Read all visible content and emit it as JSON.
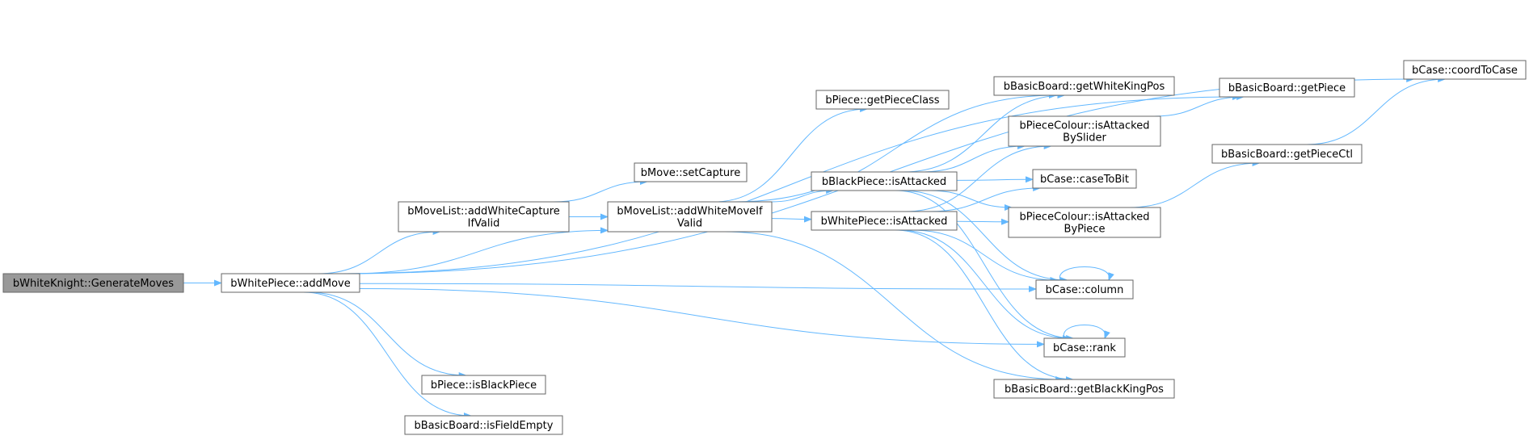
{
  "colors": {
    "edge": "#63b8ff",
    "node_fill": "#ffffff",
    "node_border": "#666666",
    "highlight_fill": "#999999",
    "text": "#000000"
  },
  "nodes": [
    {
      "id": "generate_moves",
      "lines": [
        "bWhiteKnight::GenerateMoves"
      ],
      "highlight": true
    },
    {
      "id": "add_move",
      "lines": [
        "bWhitePiece::addMove"
      ]
    },
    {
      "id": "add_white_capture",
      "lines": [
        "bMoveList::addWhiteCapture",
        "IfValid"
      ]
    },
    {
      "id": "add_white_move",
      "lines": [
        "bMoveList::addWhiteMoveIf",
        "Valid"
      ]
    },
    {
      "id": "set_capture",
      "lines": [
        "bMove::setCapture"
      ]
    },
    {
      "id": "get_piece_class",
      "lines": [
        "bPiece::getPieceClass"
      ]
    },
    {
      "id": "black_is_attacked",
      "lines": [
        "bBlackPiece::isAttacked"
      ]
    },
    {
      "id": "white_is_attacked",
      "lines": [
        "bWhitePiece::isAttacked"
      ]
    },
    {
      "id": "get_white_king_pos",
      "lines": [
        "bBasicBoard::getWhiteKingPos"
      ]
    },
    {
      "id": "attacked_by_slider",
      "lines": [
        "bPieceColour::isAttacked",
        "BySlider"
      ]
    },
    {
      "id": "case_to_bit",
      "lines": [
        "bCase::caseToBit"
      ]
    },
    {
      "id": "attacked_by_piece",
      "lines": [
        "bPieceColour::isAttacked",
        "ByPiece"
      ]
    },
    {
      "id": "column",
      "lines": [
        "bCase::column"
      ]
    },
    {
      "id": "rank",
      "lines": [
        "bCase::rank"
      ]
    },
    {
      "id": "get_black_king_pos",
      "lines": [
        "bBasicBoard::getBlackKingPos"
      ]
    },
    {
      "id": "get_piece",
      "lines": [
        "bBasicBoard::getPiece"
      ]
    },
    {
      "id": "coord_to_case",
      "lines": [
        "bCase::coordToCase"
      ]
    },
    {
      "id": "get_piece_ctl",
      "lines": [
        "bBasicBoard::getPieceCtl"
      ]
    },
    {
      "id": "is_black_piece",
      "lines": [
        "bPiece::isBlackPiece"
      ]
    },
    {
      "id": "is_field_empty",
      "lines": [
        "bBasicBoard::isFieldEmpty"
      ]
    }
  ],
  "edges": [
    [
      "generate_moves",
      "add_move"
    ],
    [
      "add_move",
      "coord_to_case"
    ],
    [
      "add_move",
      "get_piece"
    ],
    [
      "add_move",
      "add_white_capture"
    ],
    [
      "add_move",
      "add_white_move"
    ],
    [
      "add_move",
      "column"
    ],
    [
      "add_move",
      "rank"
    ],
    [
      "add_move",
      "is_black_piece"
    ],
    [
      "add_move",
      "is_field_empty"
    ],
    [
      "add_white_capture",
      "set_capture"
    ],
    [
      "add_white_capture",
      "add_white_move"
    ],
    [
      "add_white_move",
      "get_piece_class"
    ],
    [
      "add_white_move",
      "get_white_king_pos"
    ],
    [
      "add_white_move",
      "black_is_attacked"
    ],
    [
      "add_white_move",
      "white_is_attacked"
    ],
    [
      "add_white_move",
      "get_black_king_pos"
    ],
    [
      "black_is_attacked",
      "get_white_king_pos"
    ],
    [
      "black_is_attacked",
      "attacked_by_slider"
    ],
    [
      "black_is_attacked",
      "case_to_bit"
    ],
    [
      "black_is_attacked",
      "attacked_by_piece"
    ],
    [
      "black_is_attacked",
      "column"
    ],
    [
      "black_is_attacked",
      "rank"
    ],
    [
      "white_is_attacked",
      "attacked_by_slider"
    ],
    [
      "white_is_attacked",
      "case_to_bit"
    ],
    [
      "white_is_attacked",
      "attacked_by_piece"
    ],
    [
      "white_is_attacked",
      "column"
    ],
    [
      "white_is_attacked",
      "rank"
    ],
    [
      "white_is_attacked",
      "get_black_king_pos"
    ],
    [
      "attacked_by_slider",
      "get_piece"
    ],
    [
      "attacked_by_piece",
      "get_piece_ctl"
    ],
    [
      "get_piece_ctl",
      "coord_to_case"
    ],
    [
      "column",
      "column"
    ],
    [
      "rank",
      "rank"
    ]
  ]
}
